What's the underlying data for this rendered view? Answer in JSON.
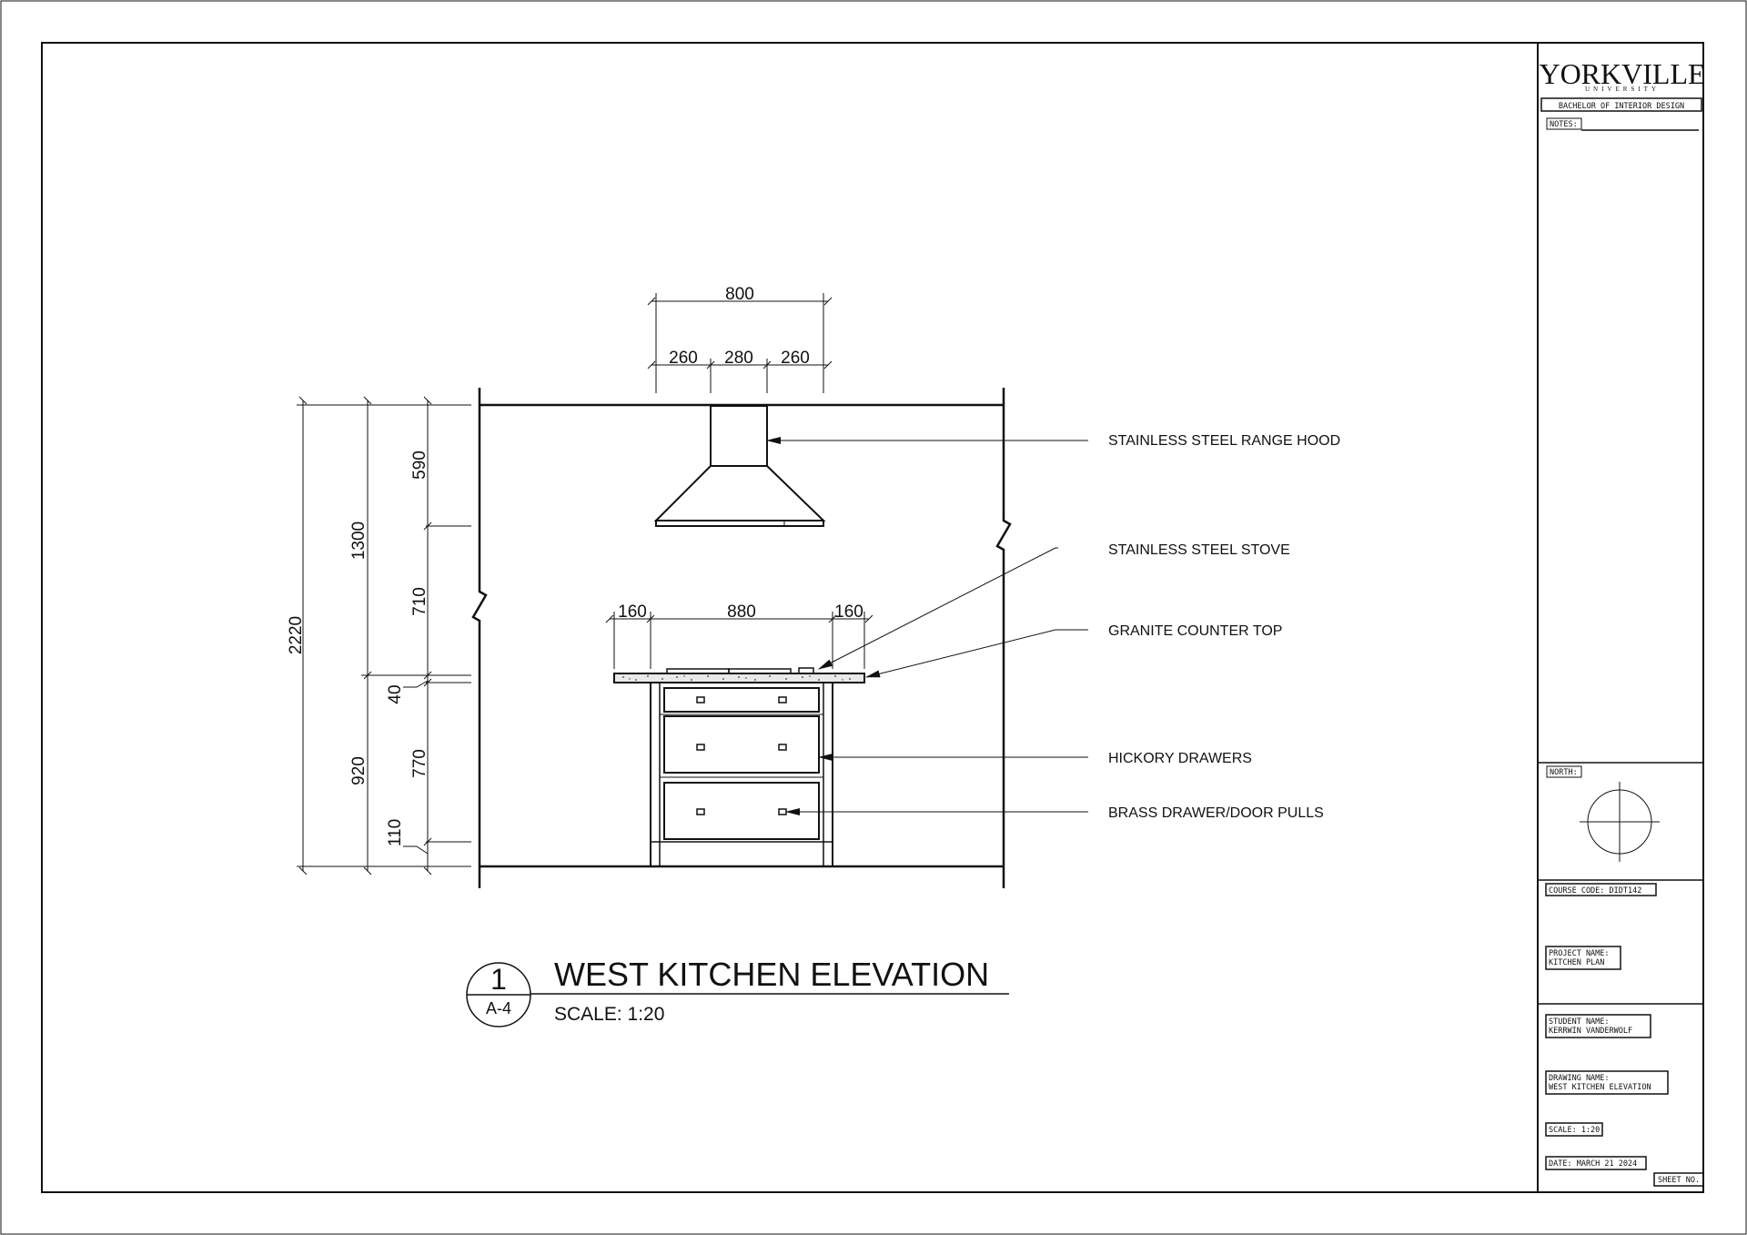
{
  "title_block": {
    "university_name": "YORKVILLE",
    "university_sub": "UNIVERSITY",
    "program": "BACHELOR OF INTERIOR DESIGN",
    "notes_label": "NOTES:",
    "north_label": "NORTH:",
    "course_code": "COURSE CODE: DIDT142",
    "project_name_label": "PROJECT NAME:",
    "project_name": "KITCHEN PLAN",
    "student_name_label": "STUDENT NAME:",
    "student_name": "KERRWIN VANDERWOLF",
    "drawing_name_label": "DRAWING NAME:",
    "drawing_name": "WEST KITCHEN ELEVATION",
    "scale": "SCALE: 1:20",
    "date": "DATE: MARCH 21 2024",
    "sheet_no": "SHEET NO."
  },
  "drawing": {
    "title": "WEST KITCHEN ELEVATION",
    "scale": "SCALE: 1:20",
    "detail_number": "1",
    "sheet_ref": "A-4"
  },
  "dimensions": {
    "hood_total": "800",
    "hood_left": "260",
    "hood_mid": "280",
    "hood_right": "260",
    "counter_left": "160",
    "counter_mid": "880",
    "counter_right": "160",
    "overall_height": "2220",
    "upper_height": "1300",
    "lower_height": "920",
    "hood_height": "590",
    "hood_clearance": "710",
    "counter_thickness": "40",
    "cabinet_height": "770",
    "toe_kick": "110"
  },
  "notes": {
    "range_hood": "STAINLESS STEEL RANGE HOOD",
    "stove": "STAINLESS STEEL STOVE",
    "counter_top": "GRANITE COUNTER TOP",
    "drawers": "HICKORY DRAWERS",
    "pulls": "BRASS DRAWER/DOOR PULLS"
  }
}
